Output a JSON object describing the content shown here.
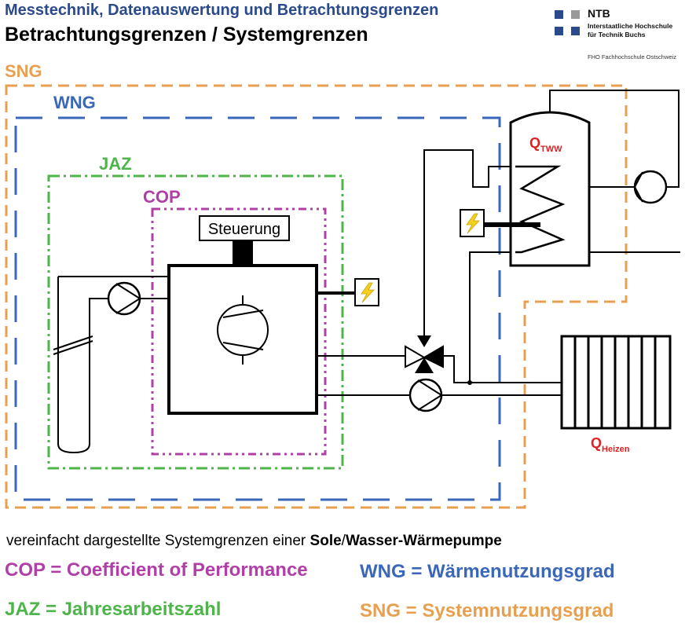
{
  "header": {
    "subtitle": "Messtechnik, Datenauswertung und Betrachtungsgrenzen",
    "title": "Betrachtungsgrenzen / Systemgrenzen"
  },
  "logo": {
    "name": "NTB",
    "line1": "Interstaatliche Hochschule",
    "line2": "für Technik Buchs",
    "line3": "FHO Fachhochschule Ostschweiz"
  },
  "diagram": {
    "boundaries": [
      {
        "label": "SNG",
        "color": "#e8a050"
      },
      {
        "label": "WNG",
        "color": "#3a67b8"
      },
      {
        "label": "JAZ",
        "color": "#4db54a"
      },
      {
        "label": "COP",
        "color": "#b040a6"
      }
    ],
    "control_label": "Steuerung",
    "q_tww": {
      "main": "Q",
      "sub": "TWW"
    },
    "q_heizen": {
      "main": "Q",
      "sub": "Heizen"
    },
    "q_color": "#e02020"
  },
  "notes": {
    "prefix": "vereinfacht dargestellte Systemgrenzen einer ",
    "bold1": "Sole",
    "slash": "/",
    "bold2": "Wasser-Wärmepumpe"
  },
  "legend": {
    "cop": "COP = Coefficient of Performance",
    "wng": "WNG = Wärmenutzungsgrad",
    "jaz": "JAZ = Jahresarbeitszahl",
    "sng": "SNG = Systemnutzungsgrad"
  }
}
